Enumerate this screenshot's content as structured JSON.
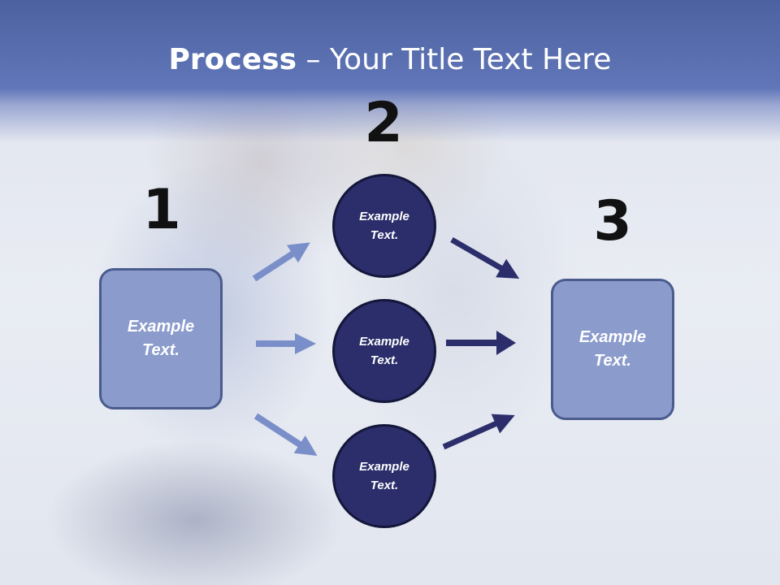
{
  "slide": {
    "title_bold": "Process",
    "title_rest": " – Your Title Text Here"
  },
  "steps": {
    "step1": {
      "number": "1",
      "text": "Example\nText."
    },
    "step2": {
      "number": "2"
    },
    "step3": {
      "number": "3",
      "text": "Example\nText."
    }
  },
  "circles": [
    {
      "text": "Example\nText."
    },
    {
      "text": "Example\nText."
    },
    {
      "text": "Example\nText."
    }
  ],
  "colors": {
    "title_band": "#5b70b1",
    "light_box": "#8a9bcc",
    "circle_fill": "#2b2e6a",
    "light_arrow": "#7a8fc9",
    "dark_arrow": "#2b2e6a"
  }
}
